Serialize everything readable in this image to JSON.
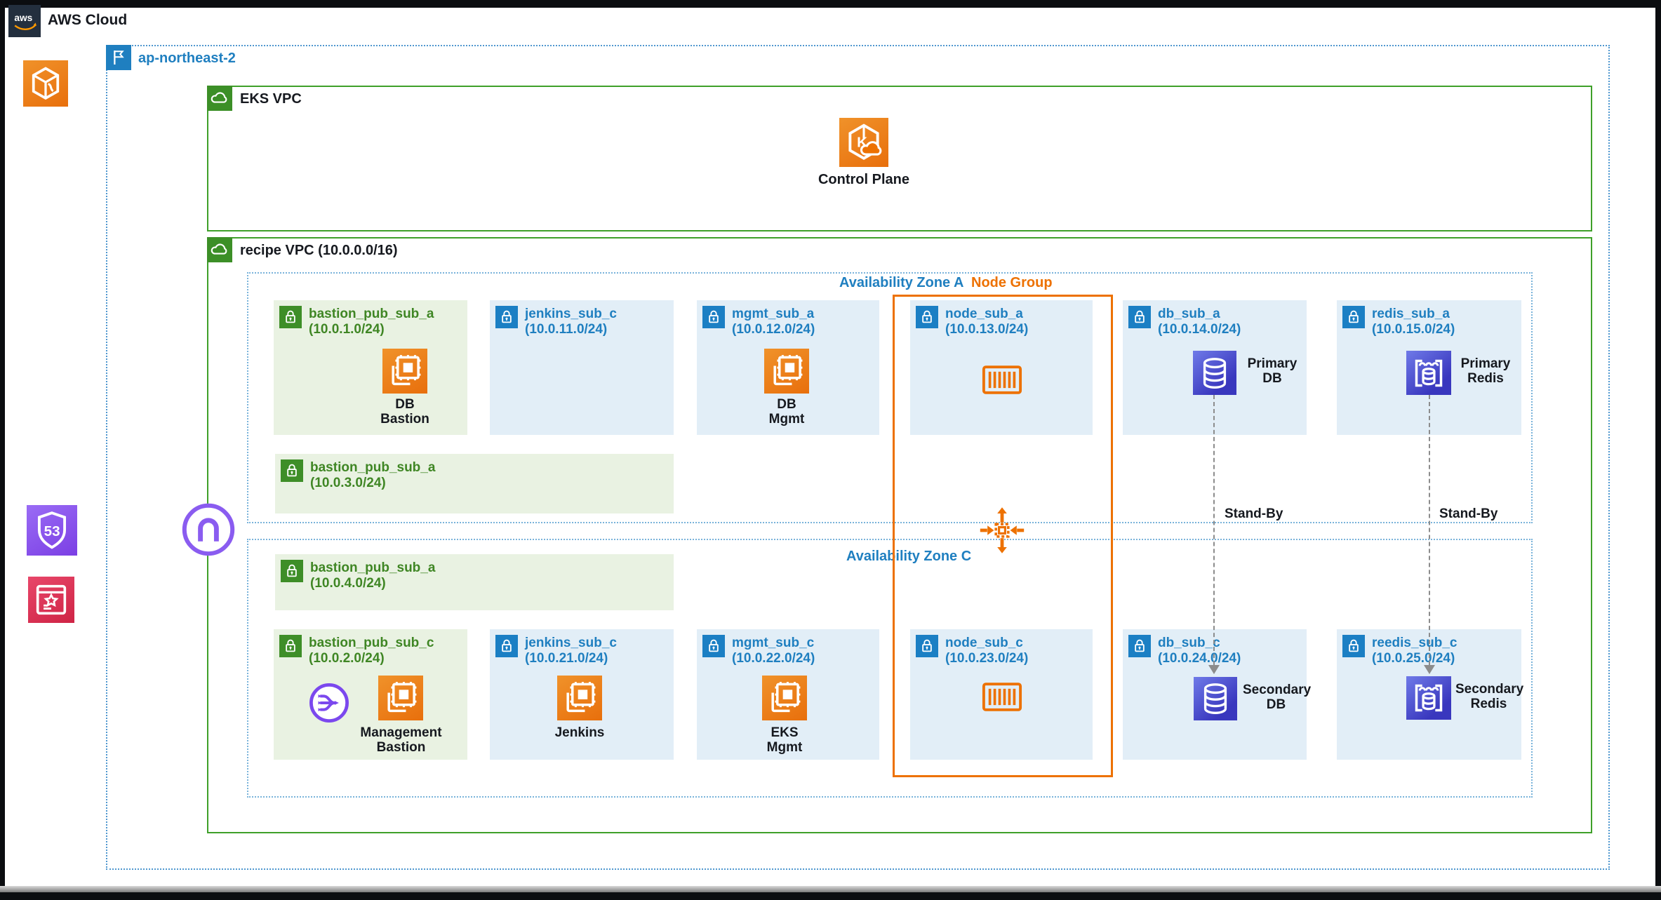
{
  "header": {
    "aws_cloud": "AWS Cloud"
  },
  "region": {
    "name": "ap-northeast-2"
  },
  "eks_vpc": {
    "name": "EKS VPC",
    "control_plane": "Control Plane"
  },
  "recipe_vpc": {
    "name": "recipe VPC (10.0.0.0/16)"
  },
  "zones": {
    "az_a": "Availability Zone A",
    "az_c": "Availability Zone C",
    "node_group": "Node Group"
  },
  "standby": {
    "db": "Stand-By",
    "redis": "Stand-By"
  },
  "subnets": [
    {
      "name": "bastion_pub_sub_a",
      "cidr": "(10.0.1.0/24)",
      "type": "public"
    },
    {
      "name": "jenkins_sub_c",
      "cidr": "(10.0.11.0/24)",
      "type": "private"
    },
    {
      "name": "mgmt_sub_a",
      "cidr": "(10.0.12.0/24)",
      "type": "private"
    },
    {
      "name": "node_sub_a",
      "cidr": "(10.0.13.0/24)",
      "type": "private"
    },
    {
      "name": "db_sub_a",
      "cidr": "(10.0.14.0/24)",
      "type": "private"
    },
    {
      "name": "redis_sub_a",
      "cidr": "(10.0.15.0/24)",
      "type": "private"
    },
    {
      "name": "bastion_pub_sub_a",
      "cidr": "(10.0.3.0/24)",
      "type": "public"
    },
    {
      "name": "bastion_pub_sub_a",
      "cidr": "(10.0.4.0/24)",
      "type": "public"
    },
    {
      "name": "bastion_pub_sub_c",
      "cidr": "(10.0.2.0/24)",
      "type": "public"
    },
    {
      "name": "jenkins_sub_c",
      "cidr": "(10.0.21.0/24)",
      "type": "private"
    },
    {
      "name": "mgmt_sub_c",
      "cidr": "(10.0.22.0/24)",
      "type": "private"
    },
    {
      "name": "node_sub_c",
      "cidr": "(10.0.23.0/24)",
      "type": "private"
    },
    {
      "name": "db_sub_c",
      "cidr": "(10.0.24.0/24)",
      "type": "private"
    },
    {
      "name": "reedis_sub_c",
      "cidr": "(10.0.25.0/24)",
      "type": "private"
    }
  ],
  "resources": {
    "db_bastion": "DB Bastion",
    "db_mgmt": "DB Mgmt",
    "primary_db": "Primary DB",
    "primary_redis": "Primary Redis",
    "management_bastion": "Management Bastion",
    "jenkins": "Jenkins",
    "eks_mgmt": "EKS Mgmt",
    "secondary_db": "Secondary DB",
    "secondary_redis": "Secondary Redis"
  },
  "colors": {
    "orange": "#ED7100",
    "green": "#3F8624",
    "blue": "#1F7FC0",
    "db_blue": "#3B3DC4",
    "purple": "#8A55F0",
    "red": "#D6294D",
    "navy": "#232F3E"
  }
}
